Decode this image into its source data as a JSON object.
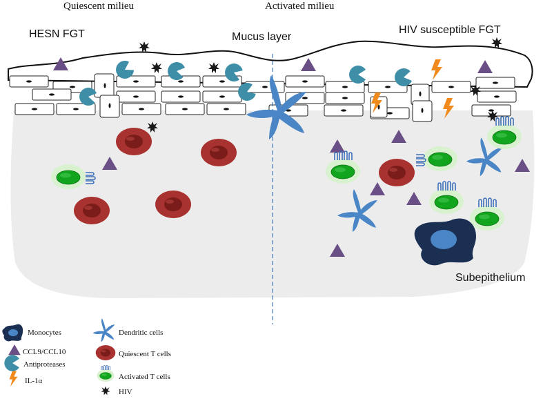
{
  "titles": {
    "left": "Quiescent milieu",
    "right": "Activated milieu"
  },
  "labels": {
    "hesn": "HESN FGT",
    "mucus": "Mucus layer",
    "hiv_fgt": "HIV susceptible FGT",
    "subepithelium": "Subepithelium"
  },
  "legend": {
    "monocytes": "Monocytes",
    "ccl": "CCL9/CCL10",
    "antiproteases": "Antiproteases",
    "il": "IL-1α",
    "dendritic": "Dendritic cells",
    "quiescent": "Quiescent T cells",
    "activated": "Activated T cells",
    "hiv": "HIV"
  },
  "colors": {
    "subepithelium_fill": "#ececec",
    "ccl_purple": "#6a4f86",
    "antiprotease_teal": "#3f8ea8",
    "il_orange": "#f08a1c",
    "dendritic_blue": "#4a86c6",
    "quiescent_red": "#a8322f",
    "activated_green": "#119a1c",
    "monocyte_navy": "#1a2f52",
    "hiv_black": "#1a1a1a"
  }
}
